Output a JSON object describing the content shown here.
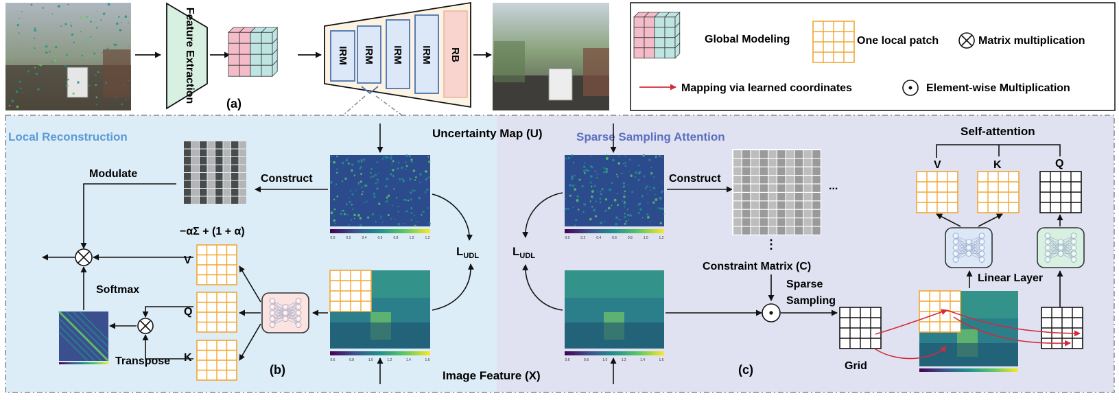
{
  "top": {
    "feature_extraction": "Feature Extraction",
    "irm": [
      "IRM",
      "IRM",
      "IRM",
      "IRM"
    ],
    "rb": "RB",
    "panel_a": "(a)"
  },
  "legend": {
    "global_modeling": "Global Modeling",
    "one_local_patch": "One local patch",
    "matrix_multiplication": "Matrix multiplication",
    "mapping": "Mapping via learned coordinates",
    "elementwise": "Element-wise Multiplication"
  },
  "local": {
    "title": "Local Reconstruction",
    "modulate": "Modulate",
    "construct": "Construct",
    "formula": "−αΣ + (1 + α)",
    "v": "V",
    "q": "Q",
    "k": "K",
    "softmax": "Softmax",
    "transpose": "Transpose",
    "l_udl": "L",
    "l_udl_sub": "UDL",
    "panel_b": "(b)"
  },
  "shared": {
    "uncertainty_map": "Uncertainty Map (U)",
    "image_feature": "Image Feature (X)"
  },
  "sparse": {
    "title": "Sparse Sampling Attention",
    "construct": "Construct",
    "ellipsis_h": "...",
    "ellipsis_v": "⋮",
    "constraint": "Constraint Matrix (C)",
    "sparse_sampling_1": "Sparse",
    "sparse_sampling_2": "Sampling",
    "grid": "Grid",
    "self_attention": "Self-attention",
    "v": "V",
    "k": "K",
    "q": "Q",
    "linear_layer": "Linear Layer",
    "l_udl": "L",
    "l_udl_sub": "UDL",
    "panel_c": "(c)"
  },
  "colorbar_ticks_u": [
    "0.0",
    "0.2",
    "0.4",
    "0.6",
    "0.8",
    "1.0",
    "1.2"
  ],
  "colorbar_ticks_x": [
    "0.6",
    "0.8",
    "1.0",
    "1.2",
    "1.4",
    "1.6"
  ],
  "colors": {
    "local_bg": "#dcedf8",
    "sparse_bg": "#e0e2f1",
    "orange": "#f2a531",
    "red_arrow": "#d42a3a",
    "local_title": "#5b9bd5",
    "sparse_title": "#5a6fbf",
    "feature_box": "#d8f0e2",
    "irm_fill": "#dce8f8",
    "rb_fill": "#f9d4cf"
  }
}
